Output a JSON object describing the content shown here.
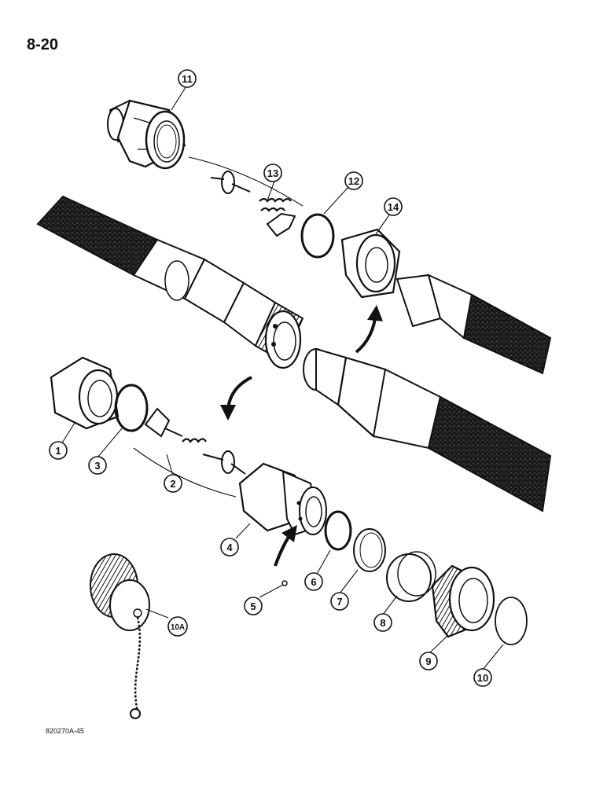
{
  "page": {
    "number": "8-20"
  },
  "figure": {
    "code": "820270A-45"
  },
  "callouts": [
    {
      "id": "c11",
      "label": "11"
    },
    {
      "id": "c13",
      "label": "13"
    },
    {
      "id": "c12",
      "label": "12"
    },
    {
      "id": "c14",
      "label": "14"
    },
    {
      "id": "c1",
      "label": "1"
    },
    {
      "id": "c3",
      "label": "3"
    },
    {
      "id": "c2",
      "label": "2"
    },
    {
      "id": "c4",
      "label": "4"
    },
    {
      "id": "c5",
      "label": "5"
    },
    {
      "id": "c6",
      "label": "6"
    },
    {
      "id": "c7",
      "label": "7"
    },
    {
      "id": "c8",
      "label": "8"
    },
    {
      "id": "c9",
      "label": "9"
    },
    {
      "id": "c10",
      "label": "10"
    },
    {
      "id": "c10a",
      "label": "10A"
    }
  ]
}
